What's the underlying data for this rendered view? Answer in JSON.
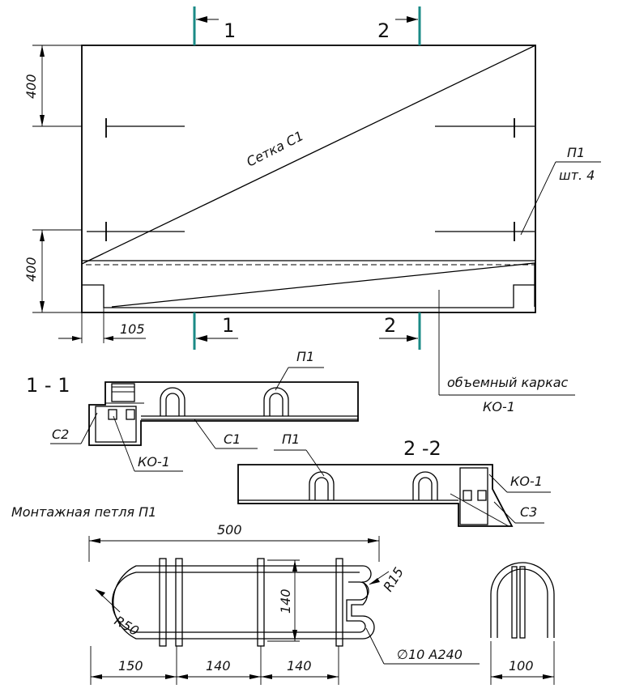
{
  "section_marks": {
    "mark_1": "1",
    "mark_2": "2"
  },
  "dimensions": {
    "top_400": "400",
    "bottom_400": "400",
    "offset_105": "105",
    "loop_length_500": "500",
    "loop_radius_r15": "R15",
    "loop_radius_r50": "R50",
    "loop_height_140": "140",
    "seg_150": "150",
    "seg_140_a": "140",
    "seg_140_b": "140",
    "loop_width_100": "100"
  },
  "labels": {
    "mesh": "Сетка С1",
    "loop_tag": "П1",
    "loop_qty": "шт. 4",
    "frame_desc": "объемный каркас",
    "frame_code": "КО-1",
    "section_1_title": "1 - 1",
    "section_2_title": "2 -2",
    "sec1_loop": "П1",
    "sec1_c2": "С2",
    "sec1_c1": "С1",
    "sec1_ko": "КО-1",
    "sec2_loop": "П1",
    "sec2_ko": "КО-1",
    "sec2_c3": "С3",
    "loop_title": "Монтажная петля П1",
    "rebar_spec": "∅10 А240"
  },
  "colors": {
    "cut_line": "#1a8a86",
    "ink": "#000000"
  }
}
